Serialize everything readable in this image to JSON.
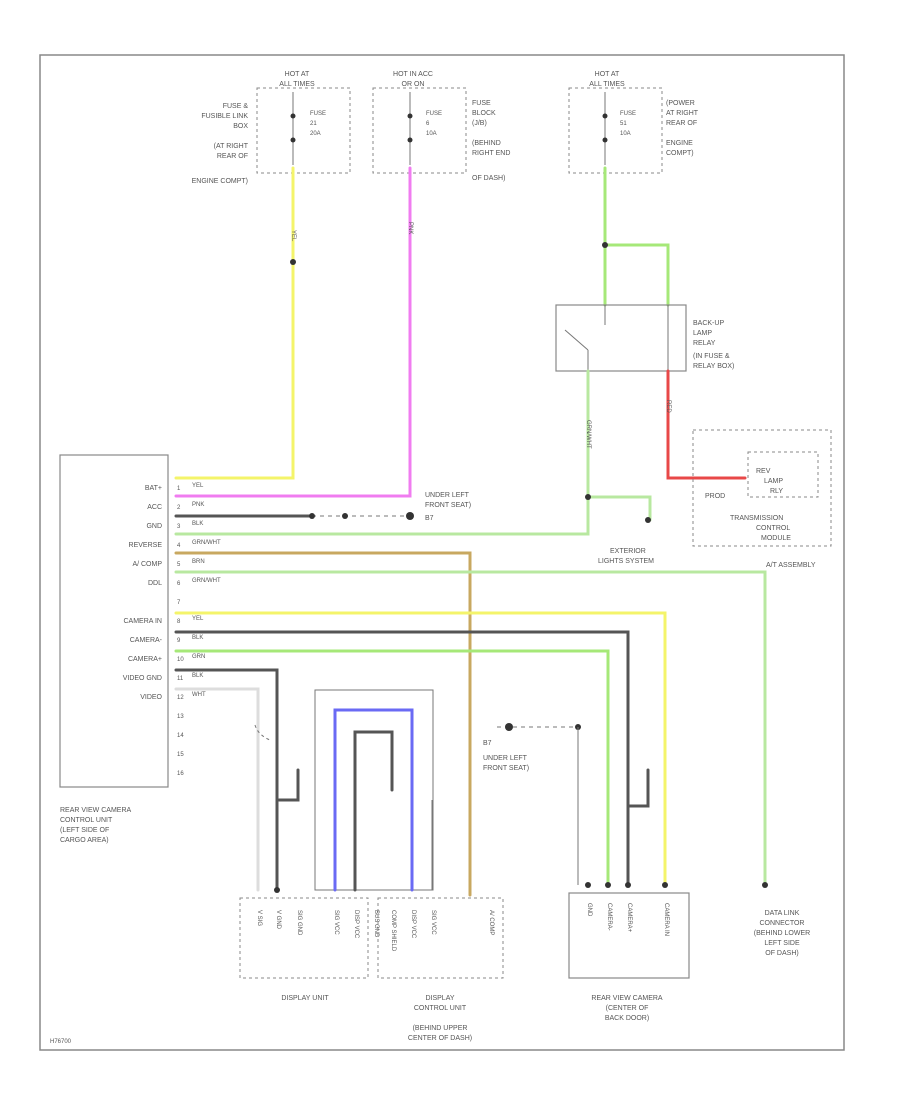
{
  "colors": {
    "YEL": "#f4f46a",
    "PNK": "#f07cf0",
    "BLK": "#555555",
    "GRN": "#a6e878",
    "GRNWHT": "#b8e8a0",
    "BRN": "#c8a860",
    "RED": "#e84848",
    "BLU": "#6a6af4",
    "GRY": "#bbbbbb"
  },
  "fuses": [
    {
      "header": [
        "HOT AT",
        "ALL TIMES"
      ],
      "label": [
        "FUSE",
        "21",
        "20A"
      ],
      "desc": [
        "FUSE &",
        "FUSIBLE LINK",
        "BOX",
        "(AT RIGHT",
        "REAR OF",
        "ENGINE COMPT)"
      ]
    },
    {
      "header": [
        "HOT IN ACC",
        "OR ON"
      ],
      "label": [
        "FUSE",
        "6",
        "10A"
      ],
      "desc": [
        "FUSE",
        "BLOCK",
        "(J/B)",
        "(BEHIND",
        "RIGHT END",
        "OF DASH)"
      ]
    },
    {
      "header": [
        "HOT AT",
        "ALL TIMES"
      ],
      "label": [
        "FUSE",
        "51",
        "10A"
      ],
      "desc": [
        "(POWER",
        "AT RIGHT",
        "REAR OF",
        "ENGINE",
        "COMPT)"
      ]
    }
  ],
  "relay": {
    "label": [
      "BACK-UP",
      "LAMP",
      "RELAY",
      "(IN FUSE &",
      "RELAY BOX)"
    ]
  },
  "tcm": {
    "inner": [
      "REV",
      "LAMP",
      "RLY"
    ],
    "prod": "PROD",
    "label": [
      "TRANSMISSION",
      "CONTROL",
      "MODULE"
    ],
    "assembly": "A/T ASSEMBLY"
  },
  "camera_unit": {
    "pins": [
      "BAT+",
      "ACC",
      "GND",
      "REVERSE",
      "A/ COMP",
      "DDL",
      "",
      "CAMERA IN",
      "CAMERA-",
      "CAMERA+",
      "VIDEO GND",
      "VIDEO",
      "",
      "",
      "",
      ""
    ],
    "numbers": [
      "1",
      "2",
      "3",
      "4",
      "5",
      "6",
      "7",
      "8",
      "9",
      "10",
      "11",
      "12",
      "13",
      "14",
      "15",
      "16"
    ],
    "label": [
      "REAR VIEW CAMERA",
      "CONTROL UNIT",
      "(LEFT SIDE OF",
      "CARGO AREA)"
    ]
  },
  "wires": {
    "bat": "YEL",
    "acc": "PNK",
    "gnd": "BLK",
    "reverse": "GRN/WHT",
    "comp": "BRN",
    "ddl": "GRN/WHT",
    "camera_in": "YEL",
    "camera_minus": "BLK",
    "camera_plus": "GRN",
    "video_gnd": "BLK",
    "video": "WHT",
    "relay_in": "GRN",
    "relay_out": "RED"
  },
  "grounds": {
    "g1": [
      "UNDER LEFT",
      "FRONT SEAT)",
      "B7"
    ],
    "g2": [
      "B7",
      "UNDER LEFT",
      "FRONT SEAT)"
    ]
  },
  "exterior_lights": [
    "EXTERIOR",
    "LIGHTS SYSTEM"
  ],
  "display_unit": {
    "pins": [
      "V SIG",
      "V GND",
      "SIG GND",
      "SIG VCC",
      "DISP VCC",
      "BUS GND"
    ],
    "label": "DISPLAY UNIT"
  },
  "display_control": {
    "pins": [
      "COMP SHIELD",
      "DISP VCC",
      "SIG VCC",
      "A/ COMP"
    ],
    "label": [
      "DISPLAY",
      "CONTROL UNIT",
      "(BEHIND UPPER",
      "CENTER OF DASH)"
    ]
  },
  "rear_camera": {
    "pins": [
      "GND",
      "CAMERA-",
      "CAMERA+",
      "CAMERA IN"
    ],
    "label": [
      "REAR VIEW CAMERA",
      "(CENTER OF",
      "BACK DOOR)"
    ]
  },
  "dlc": {
    "label": [
      "DATA LINK",
      "CONNECTOR",
      "(BEHIND LOWER",
      "LEFT SIDE",
      "OF DASH)"
    ]
  },
  "figure_id": "H76700"
}
